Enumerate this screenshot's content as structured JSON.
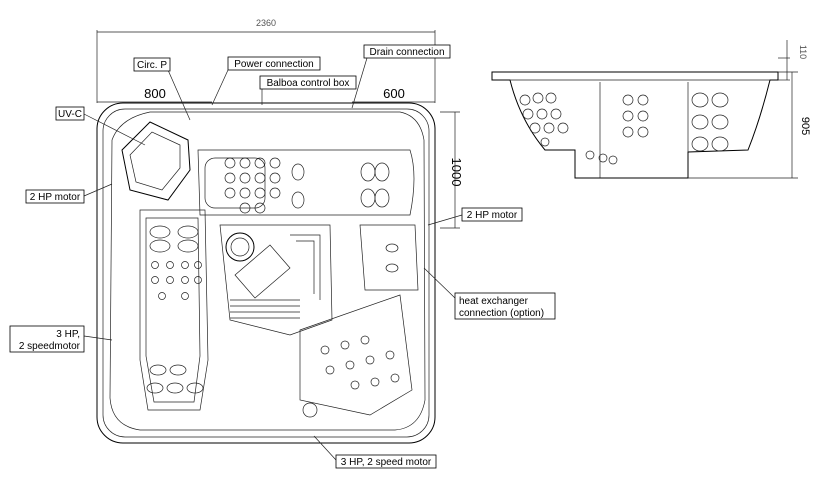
{
  "dimensions": {
    "overall_width": "2360",
    "left_seat": "800",
    "right_seat": "600",
    "lounger_length": "1000",
    "side_height": "905",
    "rim_height": "110"
  },
  "callouts": {
    "circ_p": "Circ. P",
    "power_connection": "Power connection",
    "drain_connection": "Drain connection",
    "balboa_control_box": "Balboa control box",
    "uv_c": "UV-C",
    "motor_2hp_left": "2 HP motor",
    "motor_2hp_right": "2 HP motor",
    "heat_exchanger_line1": "heat exchanger",
    "heat_exchanger_line2": "connection (option)",
    "motor_3hp_left_line1": "3 HP,",
    "motor_3hp_left_line2": "2 speedmotor",
    "motor_3hp_bottom": "3 HP, 2 speed motor"
  }
}
